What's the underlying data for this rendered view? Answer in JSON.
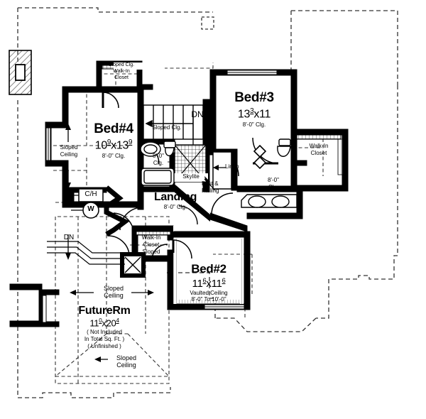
{
  "plan": {
    "type": "second-floor-plan",
    "stroke_color": "#000000",
    "background": "#ffffff",
    "hatch_color": "#8a8a8a"
  },
  "rooms": [
    {
      "id": "bed4",
      "name": "Bed#4",
      "dim_whole_1": "10",
      "dim_sup_1": "9",
      "dim_x": "x",
      "dim_whole_2": "13",
      "dim_sup_2": "9",
      "ceiling": "8'-0\" Clg."
    },
    {
      "id": "bed3",
      "name": "Bed#3",
      "dim_whole_1": "13",
      "dim_sup_1": "3",
      "dim_x": "x",
      "dim_whole_2": "11",
      "dim_sup_2": "",
      "ceiling": "8'-0\" Clg."
    },
    {
      "id": "bed2",
      "name": "Bed#2",
      "dim_whole_1": "11",
      "dim_sup_1": "6",
      "dim_x": "x",
      "dim_whole_2": "11",
      "dim_sup_2": "6",
      "ceiling_line1": "Vaulted Ceiling",
      "ceiling_line2": "8'-0\" To 10'-0\""
    },
    {
      "id": "landing",
      "name": "Landing",
      "ceiling": "8'-0\" Clg."
    },
    {
      "id": "futurerm",
      "name": "FutureRm",
      "dim_whole_1": "11",
      "dim_sup_1": "0",
      "dim_x": "x",
      "dim_whole_2": "20",
      "dim_sup_2": "4",
      "note1": "( Not Included",
      "note2": "In Total Sq. Ft. )",
      "note3": "( Unfinished )"
    }
  ],
  "annotations": {
    "closet_top": {
      "line1": "Sloped Clg.",
      "line2": "Walk-In",
      "line3": "Closet"
    },
    "stair_sloped": "Sloped Clg.",
    "stair_dn": "DN",
    "bath4_clg_line1": "8'-0\"",
    "bath4_clg_line2": "Clg.",
    "skylite": "Skylite",
    "linen": "Linen",
    "post_railing_line1": "Post &",
    "post_railing_line2": "Railing",
    "walkin_closet_right_line1": "Walk-In",
    "walkin_closet_right_line2": "Closet",
    "hall_bath_clg_line1": "8'-0\"",
    "hall_bath_clg_line2": "Clg.",
    "bed4_sloped_line1": "Sloped",
    "bed4_sloped_line2": "Ceiling",
    "mech_ch": "C/H",
    "mech_w": "W",
    "future_dn": "DN",
    "future_sloped_line1": "Sloped",
    "future_sloped_line2": "Ceiling",
    "future_sloped_bottom_line1": "Sloped",
    "future_sloped_bottom_line2": "Ceiling",
    "bed2_closet_line1": "Walk-In",
    "bed2_closet_line2": "Closet",
    "bed2_closet_line3": "Sloped",
    "bed2_closet_line4": "Clg."
  },
  "fixtures": [
    {
      "name": "chimney",
      "type": "hatched-rect"
    },
    {
      "name": "toilet-bath4",
      "type": "toilet"
    },
    {
      "name": "sink-bath4",
      "type": "oval-sink"
    },
    {
      "name": "tub-bath4",
      "type": "bathtub"
    },
    {
      "name": "toilet-hallbath",
      "type": "toilet"
    },
    {
      "name": "double-vanity-hallbath",
      "type": "double-sink"
    },
    {
      "name": "skylight",
      "type": "skylight-grid"
    },
    {
      "name": "attic-access",
      "type": "x-box"
    },
    {
      "name": "stairs",
      "type": "stair-run"
    },
    {
      "name": "water-heater",
      "type": "circle"
    },
    {
      "name": "furnace",
      "type": "box"
    }
  ]
}
